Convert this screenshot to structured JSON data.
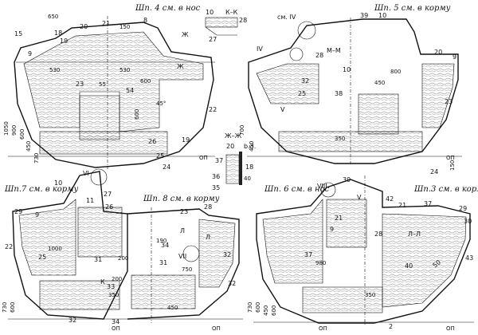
{
  "sections": [
    {
      "id": "sp4",
      "title": "Шп. 4 см. в нос",
      "dims_top": [
        "650",
        "150"
      ],
      "callouts": [
        "18",
        "19",
        "20",
        "21",
        "15",
        "9",
        "8",
        "22",
        "54",
        "45°",
        "19",
        "23",
        "26",
        "25",
        "24",
        "Ж",
        "Ж"
      ],
      "dims_mid": [
        "530",
        "530",
        "600",
        "55",
        "600"
      ],
      "dims_left": [
        "1050",
        "900",
        "600",
        "450",
        "730"
      ],
      "datum": "ОП"
    },
    {
      "id": "sp5",
      "title": "Шп. 5 см. в корму",
      "dims_top": [
        "39",
        "10"
      ],
      "callouts": [
        "см. IV",
        "IV",
        "28",
        "М–М",
        "10",
        "20",
        "9",
        "32",
        "25",
        "V",
        "38",
        "23",
        "24"
      ],
      "dims_mid": [
        "800",
        "450",
        "350"
      ],
      "dims_left": [
        "700",
        "450",
        "150"
      ],
      "datum": "ОП"
    },
    {
      "id": "sp7",
      "title": "Шп.7 см. в корму",
      "callouts": [
        "VI",
        "10",
        "9",
        "27",
        "29",
        "26",
        "25",
        "22",
        "31",
        "33",
        "34",
        "32",
        "11",
        "К"
      ],
      "dims_mid": [
        "1000",
        "200",
        "350",
        "200"
      ],
      "dims_left": [
        "730",
        "600"
      ],
      "datum": "ОП"
    },
    {
      "id": "sp8",
      "title": "Шп. 8 см. в корму",
      "callouts": [
        "23",
        "28",
        "Л",
        "Л",
        "190",
        "34",
        "VII",
        "31",
        "750",
        "32",
        "32"
      ],
      "dims_mid": [
        "750",
        "450"
      ],
      "datum": "ОП"
    },
    {
      "id": "sp6",
      "title": "Шп. 6 см. в нос",
      "callouts": [
        "VIII",
        "39",
        "V",
        "21",
        "9",
        "28",
        "37",
        "Л–Л",
        "40",
        "2"
      ],
      "dims_mid": [
        "980",
        "350"
      ],
      "dims_left": [
        "730",
        "600",
        "450",
        "600"
      ],
      "datum": "ОП"
    },
    {
      "id": "sp3",
      "title": "Шп.3 см. в корму",
      "callouts": [
        "42",
        "21",
        "37",
        "29",
        "30",
        "43",
        "50"
      ],
      "datum": "ОП"
    }
  ],
  "details": [
    {
      "id": "kk",
      "title": "К–К",
      "labels": [
        "10",
        "28",
        "27"
      ]
    },
    {
      "id": "zhzh",
      "title": "Ж–Ж",
      "labels": [
        "20",
        "b.3.",
        "37",
        "36",
        "35",
        "18",
        "40"
      ]
    }
  ]
}
